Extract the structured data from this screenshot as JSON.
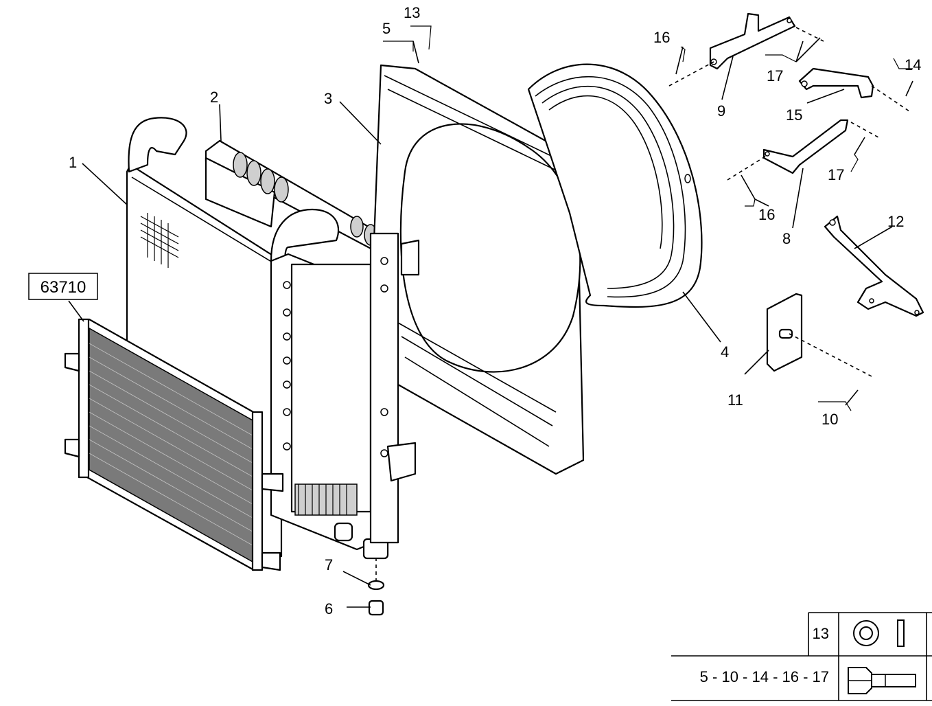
{
  "callouts": {
    "c1": "1",
    "c2": "2",
    "c3": "3",
    "c4": "4",
    "c5": "5",
    "c6": "6",
    "c7": "7",
    "c8": "8",
    "c9": "9",
    "c10": "10",
    "c11": "11",
    "c12": "12",
    "c13": "13",
    "c14": "14",
    "c15": "15",
    "c16a": "16",
    "c16b": "16",
    "c17a": "17",
    "c17b": "17"
  },
  "reference_box": {
    "label": "63710"
  },
  "hardware_table": {
    "rows": [
      {
        "label": "13",
        "icon": "washer-icon"
      },
      {
        "label": "5 - 10 - 14 - 16 - 17",
        "icon": "bolt-icon"
      }
    ]
  }
}
